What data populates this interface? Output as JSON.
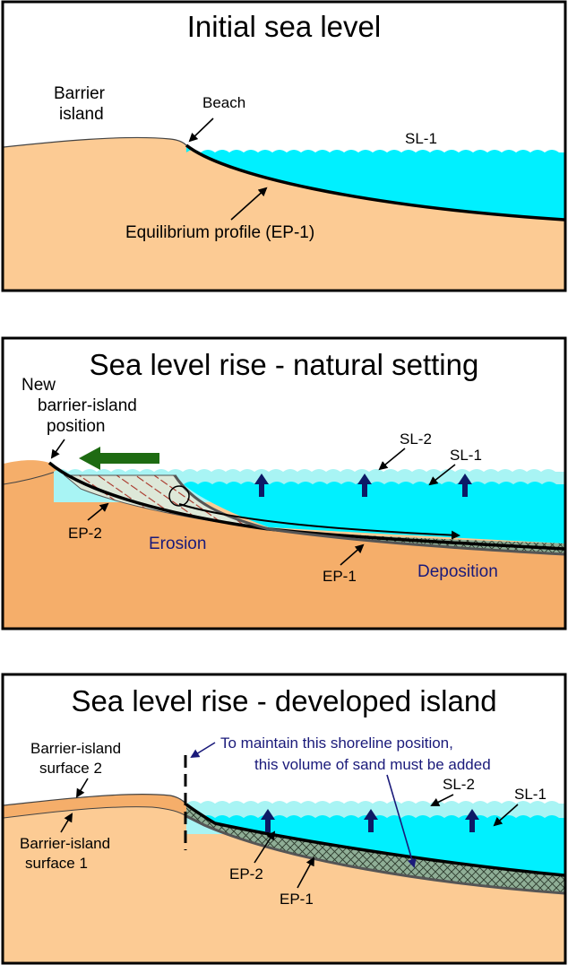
{
  "panels": [
    {
      "title": "Initial sea level",
      "labels": {
        "barrier_line1": "Barrier",
        "barrier_line2": "island",
        "beach": "Beach",
        "sl1": "SL-1",
        "ep": "Equilibrium profile (EP-1)"
      }
    },
    {
      "title": "Sea level rise - natural setting",
      "labels": {
        "new_line1": "New",
        "new_line2": "barrier-island",
        "new_line3": "position",
        "sl2": "SL-2",
        "sl1": "SL-1",
        "ep2": "EP-2",
        "erosion": "Erosion",
        "ep1": "EP-1",
        "deposition": "Deposition"
      }
    },
    {
      "title": "Sea level rise - developed island",
      "labels": {
        "surf2_line1": "Barrier-island",
        "surf2_line2": "surface 2",
        "surf1_line1": "Barrier-island",
        "surf1_line2": "surface 1",
        "note_line1": "To maintain this shoreline position,",
        "note_line2": "this volume of sand must be added",
        "sl2": "SL-2",
        "sl1": "SL-1",
        "ep2": "EP-2",
        "ep1": "EP-1"
      }
    }
  ],
  "colors": {
    "sand": "#fccb94",
    "sand_dark": "#f5ae6a",
    "water": "#00f0ff",
    "water_light": "#a8f4f4",
    "arrow_blue": "#0d1a66",
    "arrow_green": "#1e6b12",
    "hatch_red": "#a83226",
    "note_blue": "#1a1a7a"
  }
}
